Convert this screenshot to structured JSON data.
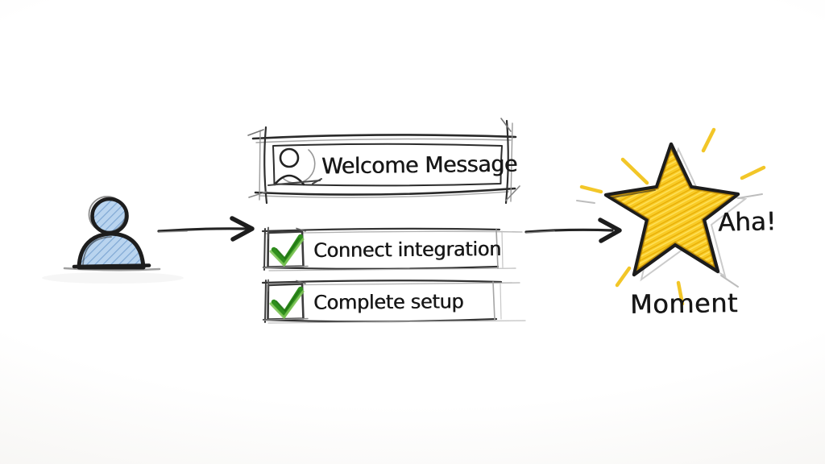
{
  "diagram": {
    "user_node": {
      "icon": "user-icon"
    },
    "welcome_card": {
      "icon": "user-chat-icon",
      "label": "Welcome Message"
    },
    "checklist": [
      {
        "icon": "checkmark-icon",
        "label": "Connect integration",
        "checked": true
      },
      {
        "icon": "checkmark-icon",
        "label": "Complete setup",
        "checked": true
      }
    ],
    "outcome": {
      "icon": "star-icon",
      "label_line1": "Aha!",
      "label_line2": "Moment"
    }
  },
  "colors": {
    "ink": "#1d1d1d",
    "sketch_gray": "#9a9a9a",
    "user_blue_fill": "#b9d4ef",
    "user_blue_hatch": "#7fa8d4",
    "check_green": "#2f8f1d",
    "check_green_light": "#7cc455",
    "star_gold": "#f9cb25",
    "star_gold_dark": "#e8ae06"
  }
}
